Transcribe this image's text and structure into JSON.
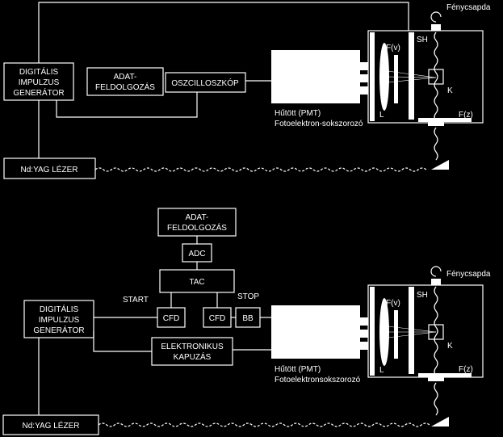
{
  "top": {
    "generator": [
      "DIGITÁLIS",
      "IMPULZUS",
      "GENERÁTOR"
    ],
    "laser": "Nd:YAG LÉZER",
    "data_processing": [
      "ADAT-",
      "FELDOLGOZÁS"
    ],
    "oscilloscope": "OSZCILLOSZKÓP",
    "pmt_caption": [
      "Hűtött (PMT)",
      "Fotoelektron-sokszorozó"
    ],
    "light_trap": "Fénycsapda",
    "sh": "SH",
    "fv": "F(v)",
    "k": "K",
    "l": "L",
    "fz": "F(z)"
  },
  "bottom": {
    "generator": [
      "DIGITÁLIS",
      "IMPULZUS",
      "GENERÁTOR"
    ],
    "laser": "Nd:YAG LÉZER",
    "data_processing": [
      "ADAT-",
      "FELDOLGOZÁS"
    ],
    "adc": "ADC",
    "tac": "TAC",
    "start": "START",
    "stop": "STOP",
    "cfd_left": "CFD",
    "cfd_right": "CFD",
    "bb": "BB",
    "gating": [
      "ELEKTRONIKUS",
      "KAPUZÁS"
    ],
    "pmt_caption": [
      "Hűtött (PMT)",
      "Fotoelektronsokszorozó"
    ],
    "light_trap": "Fénycsapda",
    "sh": "SH",
    "fv": "F(v)",
    "k": "K",
    "l": "L",
    "fz": "F(z)"
  }
}
